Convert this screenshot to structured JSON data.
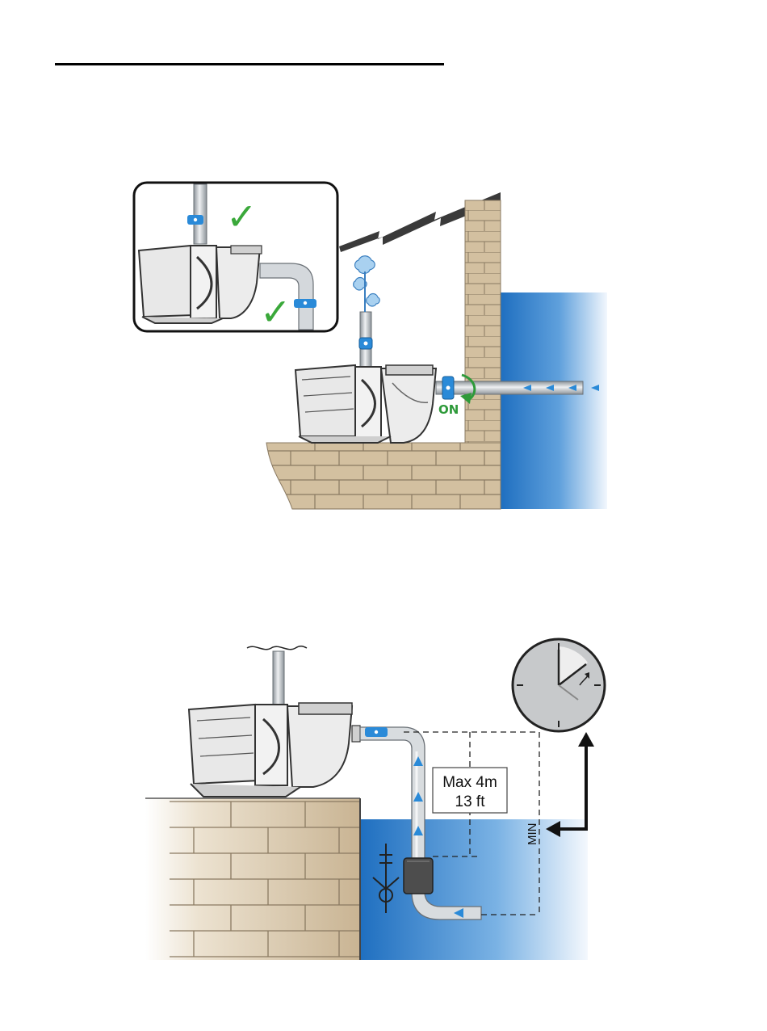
{
  "figure_top": {
    "valve_label": "ON",
    "check_marks": [
      "✓",
      "✓"
    ]
  },
  "figure_bottom": {
    "height_limit_line1": "Max 4m",
    "height_limit_line2": "13 ft",
    "water_level_label": "MIN"
  },
  "colors": {
    "water": "#1f6fc0",
    "valve": "#2a8ad8",
    "check": "#3aa83a",
    "on_label": "#2e9a3a",
    "wall": "#d6c5a8",
    "pipe": "#b8bec4"
  }
}
